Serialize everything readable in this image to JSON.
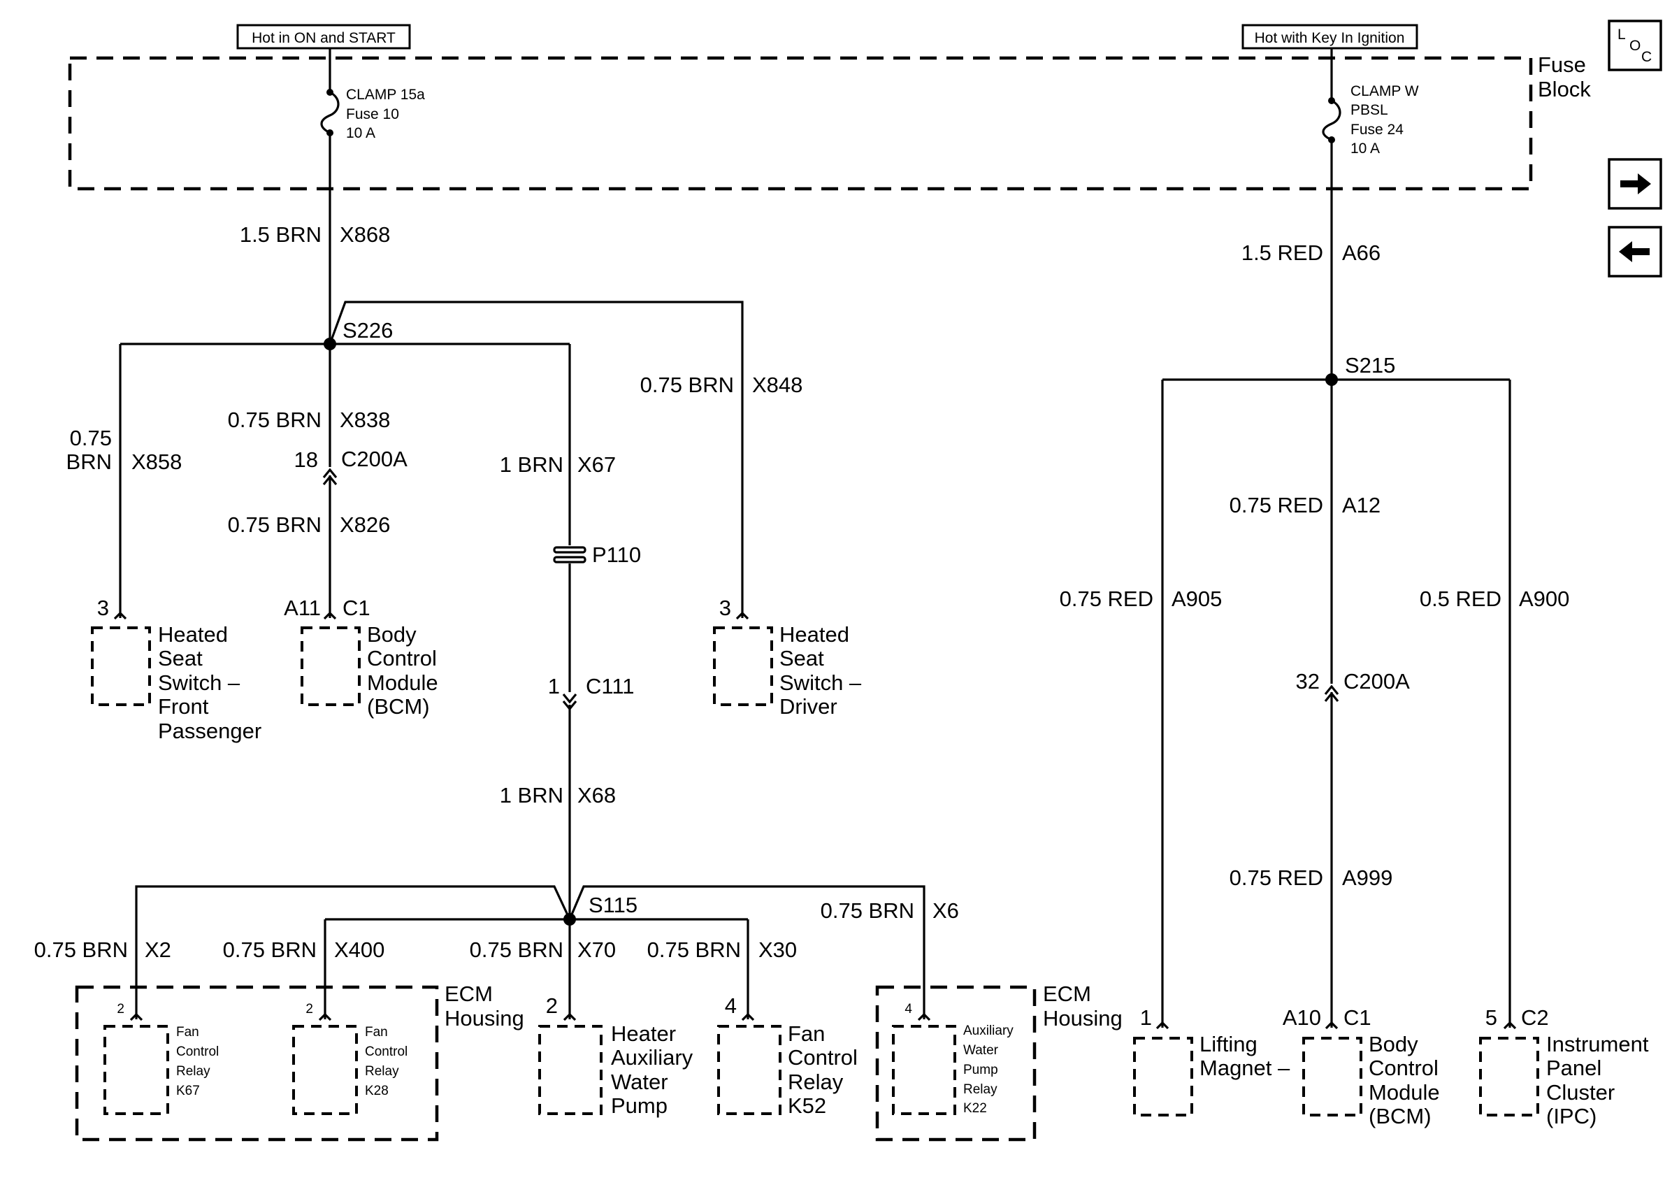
{
  "power": {
    "left_label": "Hot in ON and START",
    "right_label": "Hot with Key In Ignition",
    "fuse_block_label": [
      "Fuse",
      "Block"
    ],
    "fuse_left": [
      "CLAMP 15a",
      "Fuse 10",
      "10 A"
    ],
    "fuse_right": [
      "CLAMP W",
      "PBSL",
      "Fuse 24",
      "10 A"
    ]
  },
  "nav": {
    "loc_letters": [
      "L",
      "O",
      "C"
    ],
    "next_icon": "right-arrow-icon",
    "prev_icon": "left-arrow-icon"
  },
  "wires": {
    "x868": {
      "size_color": "1.5 BRN",
      "circuit": "X868"
    },
    "a66": {
      "size_color": "1.5 RED",
      "circuit": "A66"
    },
    "x858": {
      "size": "0.75",
      "color": "BRN",
      "circuit": "X858"
    },
    "x838": {
      "size_color": "0.75 BRN",
      "circuit": "X838"
    },
    "x826": {
      "size_color": "0.75 BRN",
      "circuit": "X826"
    },
    "x67": {
      "size_color": "1 BRN",
      "circuit": "X67"
    },
    "x848": {
      "size_color": "0.75 BRN",
      "circuit": "X848"
    },
    "x68": {
      "size_color": "1 BRN",
      "circuit": "X68"
    },
    "x2": {
      "size_color": "0.75 BRN",
      "circuit": "X2"
    },
    "x400": {
      "size_color": "0.75 BRN",
      "circuit": "X400"
    },
    "x70": {
      "size_color": "0.75 BRN",
      "circuit": "X70"
    },
    "x30": {
      "size_color": "0.75 BRN",
      "circuit": "X30"
    },
    "x6": {
      "size_color": "0.75 BRN",
      "circuit": "X6"
    },
    "a12": {
      "size_color": "0.75 RED",
      "circuit": "A12"
    },
    "a905": {
      "size_color": "0.75 RED",
      "circuit": "A905"
    },
    "a900": {
      "size_color": "0.5 RED",
      "circuit": "A900"
    },
    "a999": {
      "size_color": "0.75 RED",
      "circuit": "A999"
    }
  },
  "splices": {
    "s226": "S226",
    "s215": "S215",
    "s115": "S115"
  },
  "connectors": {
    "c200a_left": {
      "pin": "18",
      "name": "C200A"
    },
    "c200a_right": {
      "pin": "32",
      "name": "C200A"
    },
    "c111": {
      "pin": "1",
      "name": "C111"
    },
    "p110": "P110"
  },
  "components": {
    "seat_passenger": {
      "pin": "3",
      "name": [
        "Heated",
        "Seat",
        "Switch –",
        "Front",
        "Passenger"
      ]
    },
    "bcm_left": {
      "pin": "A11",
      "conn": "C1",
      "name": [
        "Body",
        "Control",
        "Module",
        "(BCM)"
      ]
    },
    "seat_driver": {
      "pin": "3",
      "name": [
        "Heated",
        "Seat",
        "Switch –",
        "Driver"
      ]
    },
    "k67": {
      "pin": "2",
      "name": [
        "Fan",
        "Control",
        "Relay",
        "K67"
      ]
    },
    "k28": {
      "pin": "2",
      "name": [
        "Fan",
        "Control",
        "Relay",
        "K28"
      ]
    },
    "ecm_housing_left": [
      "ECM",
      "Housing"
    ],
    "heater_pump": {
      "pin": "2",
      "name": [
        "Heater",
        "Auxiliary",
        "Water",
        "Pump"
      ]
    },
    "k52": {
      "pin": "4",
      "name": [
        "Fan",
        "Control",
        "Relay",
        "K52"
      ]
    },
    "k22": {
      "pin": "4",
      "name": [
        "Auxiliary",
        "Water",
        "Pump",
        "Relay",
        "K22"
      ]
    },
    "ecm_housing_right": [
      "ECM",
      "Housing"
    ],
    "lifting_magnet": {
      "pin": "1",
      "name": [
        "Lifting",
        "Magnet –"
      ]
    },
    "bcm_right": {
      "pin": "A10",
      "conn": "C1",
      "name": [
        "Body",
        "Control",
        "Module",
        "(BCM)"
      ]
    },
    "ipc": {
      "pin": "5",
      "conn": "C2",
      "name": [
        "Instrument",
        "Panel",
        "Cluster",
        "(IPC)"
      ]
    }
  }
}
